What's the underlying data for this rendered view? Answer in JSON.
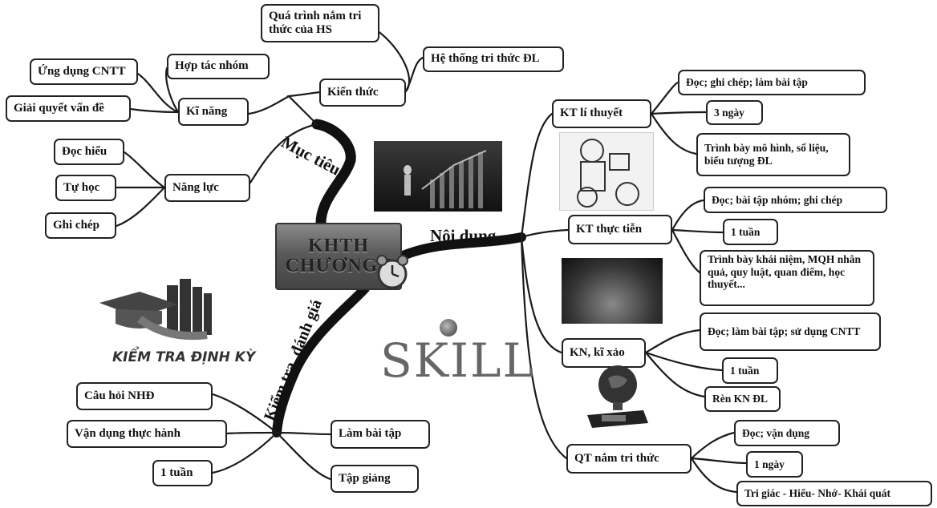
{
  "center": {
    "line1": "KHTH",
    "line2": "CHƯƠNG I"
  },
  "branches": {
    "muc_tieu": "Mục tiêu",
    "noi_dung": "Nội dung",
    "kiem_tra": "Kiểm tra, đánh giá"
  },
  "muc_tieu": {
    "kien_thuc": "Kiến thức",
    "qua_trinh": "Quá trình nắm tri thức của HS",
    "he_thong": "Hệ thống tri thức ĐL",
    "ki_nang": "Kĩ năng",
    "hop_tac": "Hợp tác nhóm",
    "ung_dung": "Ứng dụng CNTT",
    "giai_quyet": "Giải quyết vấn đề",
    "nang_luc": "Năng lực",
    "doc_hieu": "Đọc hiểu",
    "tu_hoc": "Tự học",
    "ghi_chep": "Ghi chép"
  },
  "noi_dung": {
    "kt_li_thuyet": "KT lí thuyết",
    "lt_doc": "Đọc; ghi chép; làm bài tập",
    "lt_time": "3 ngày",
    "lt_trinh_bay": "Trình bày mô hình, số liệu, biểu tượng ĐL",
    "kt_thuc_tien": "KT thực tiễn",
    "tt_doc": "Đọc; bài tập nhóm; ghi chép",
    "tt_time": "1 tuần",
    "tt_trinh_bay": "Trình bày khái niệm, MQH nhân quả, quy luật, quan điểm, học thuyết...",
    "kn_ki_xao": "KN, kĩ xảo",
    "kn_doc": "Đọc; làm bài tập; sử dụng CNTT",
    "kn_time": "1 tuần",
    "kn_ren": "Rèn KN ĐL",
    "qt_nam": "QT nắm tri thức",
    "qt_doc": "Đọc; vận dụng",
    "qt_time": "1 ngày",
    "qt_tri_giac": "Tri giác - Hiểu- Nhớ- Khái quát"
  },
  "kiem_tra": {
    "cau_hoi": "Câu hỏi NHĐ",
    "van_dung": "Vận dụng thực hành",
    "time": "1 tuần",
    "lam_bai_tap": "Làm bài tập",
    "tap_giang": "Tập giảng"
  },
  "images": {
    "kiem_tra_caption": "KIỂM TRA ĐỊNH KỲ",
    "skill_logo": "SKILL"
  }
}
